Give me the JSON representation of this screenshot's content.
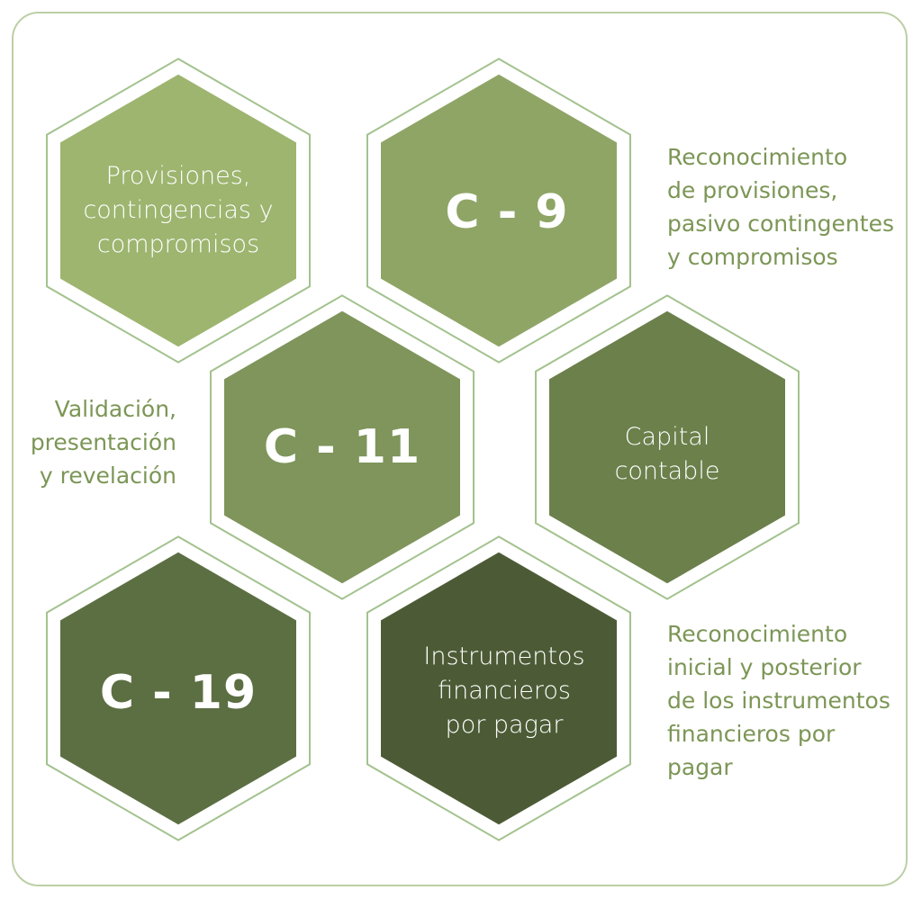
{
  "colors": {
    "frame": "#bccfa6",
    "hex_outline": "#a3c28e",
    "side_text": "#7c9656"
  },
  "hexagons": [
    {
      "text": "Provisiones,\ncontingencias y\ncompromisos",
      "kind": "label",
      "color": "#9db56f"
    },
    {
      "text": "C - 9",
      "kind": "code",
      "color": "#8fa566"
    },
    {
      "text": "C - 11",
      "kind": "code",
      "color": "#7f955b"
    },
    {
      "text": "Capital\ncontable",
      "kind": "label",
      "color": "#6b804b"
    },
    {
      "text": "C - 19",
      "kind": "code",
      "color": "#5c6f42"
    },
    {
      "text": "Instrumentos\nfinancieros\npor pagar",
      "kind": "label",
      "color": "#4c5b35"
    }
  ],
  "descriptions": {
    "c9": "Reconocimiento\nde provisiones,\npasivo contingentes\ny compromisos",
    "c11": "Validación,\npresentación\ny revelación",
    "c19": "Reconocimiento\ninicial y posterior\nde los instrumentos\nfinancieros por\npagar"
  }
}
